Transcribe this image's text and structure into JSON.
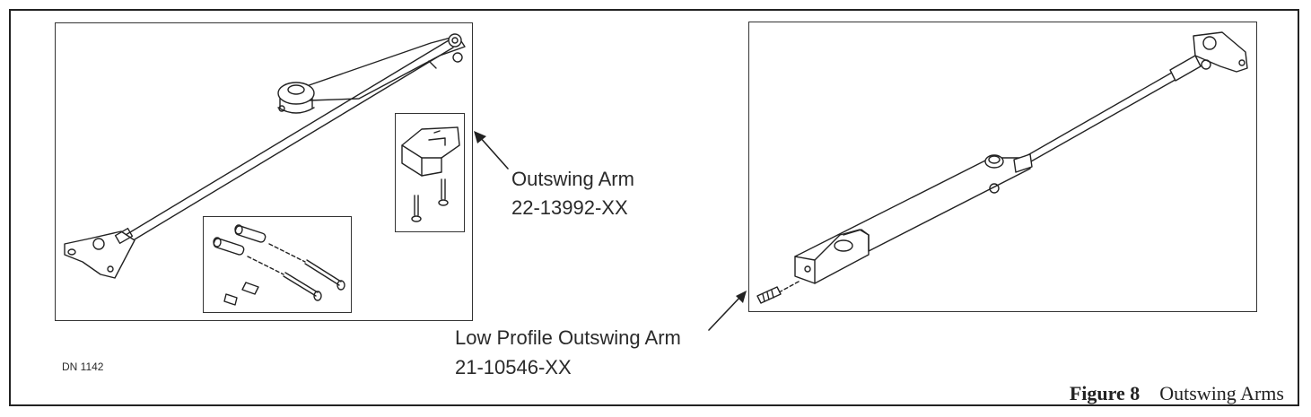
{
  "figure": {
    "number_label": "Figure 8",
    "title": "Outswing Arms"
  },
  "callouts": {
    "outswing_arm": {
      "name": "Outswing Arm",
      "part_number": "22-13992-XX"
    },
    "low_profile_outswing_arm": {
      "name": "Low Profile Outswing Arm",
      "part_number": "21-10546-XX"
    }
  },
  "drawing_number": "DN 1142"
}
